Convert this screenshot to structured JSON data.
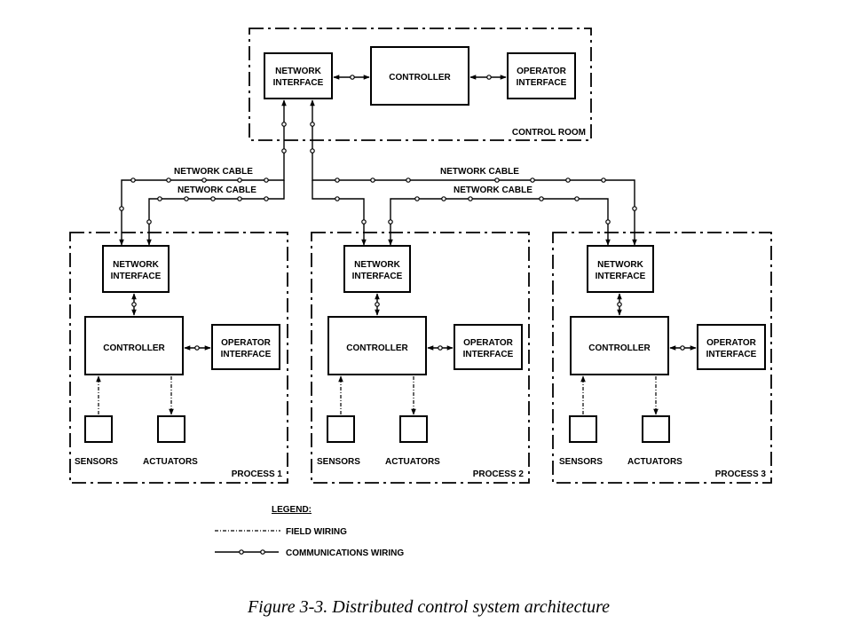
{
  "control_room": {
    "network_interface": [
      "NETWORK",
      "INTERFACE"
    ],
    "controller": "CONTROLLER",
    "operator_interface": [
      "OPERATOR",
      "INTERFACE"
    ],
    "label": "CONTROL ROOM"
  },
  "cables": [
    "NETWORK CABLE",
    "NETWORK CABLE",
    "NETWORK CABLE",
    "NETWORK CABLE"
  ],
  "processes": [
    {
      "label": "PROCESS 1",
      "network_interface": [
        "NETWORK",
        "INTERFACE"
      ],
      "controller": "CONTROLLER",
      "operator_interface": [
        "OPERATOR",
        "INTERFACE"
      ],
      "sensors": "SENSORS",
      "actuators": "ACTUATORS"
    },
    {
      "label": "PROCESS 2",
      "network_interface": [
        "NETWORK",
        "INTERFACE"
      ],
      "controller": "CONTROLLER",
      "operator_interface": [
        "OPERATOR",
        "INTERFACE"
      ],
      "sensors": "SENSORS",
      "actuators": "ACTUATORS"
    },
    {
      "label": "PROCESS 3",
      "network_interface": [
        "NETWORK",
        "INTERFACE"
      ],
      "controller": "CONTROLLER",
      "operator_interface": [
        "OPERATOR",
        "INTERFACE"
      ],
      "sensors": "SENSORS",
      "actuators": "ACTUATORS"
    }
  ],
  "legend": {
    "title": "LEGEND:",
    "field_wiring": "FIELD WIRING",
    "communications_wiring": "COMMUNICATIONS WIRING"
  },
  "caption": "Figure 3-3.  Distributed control system architecture"
}
